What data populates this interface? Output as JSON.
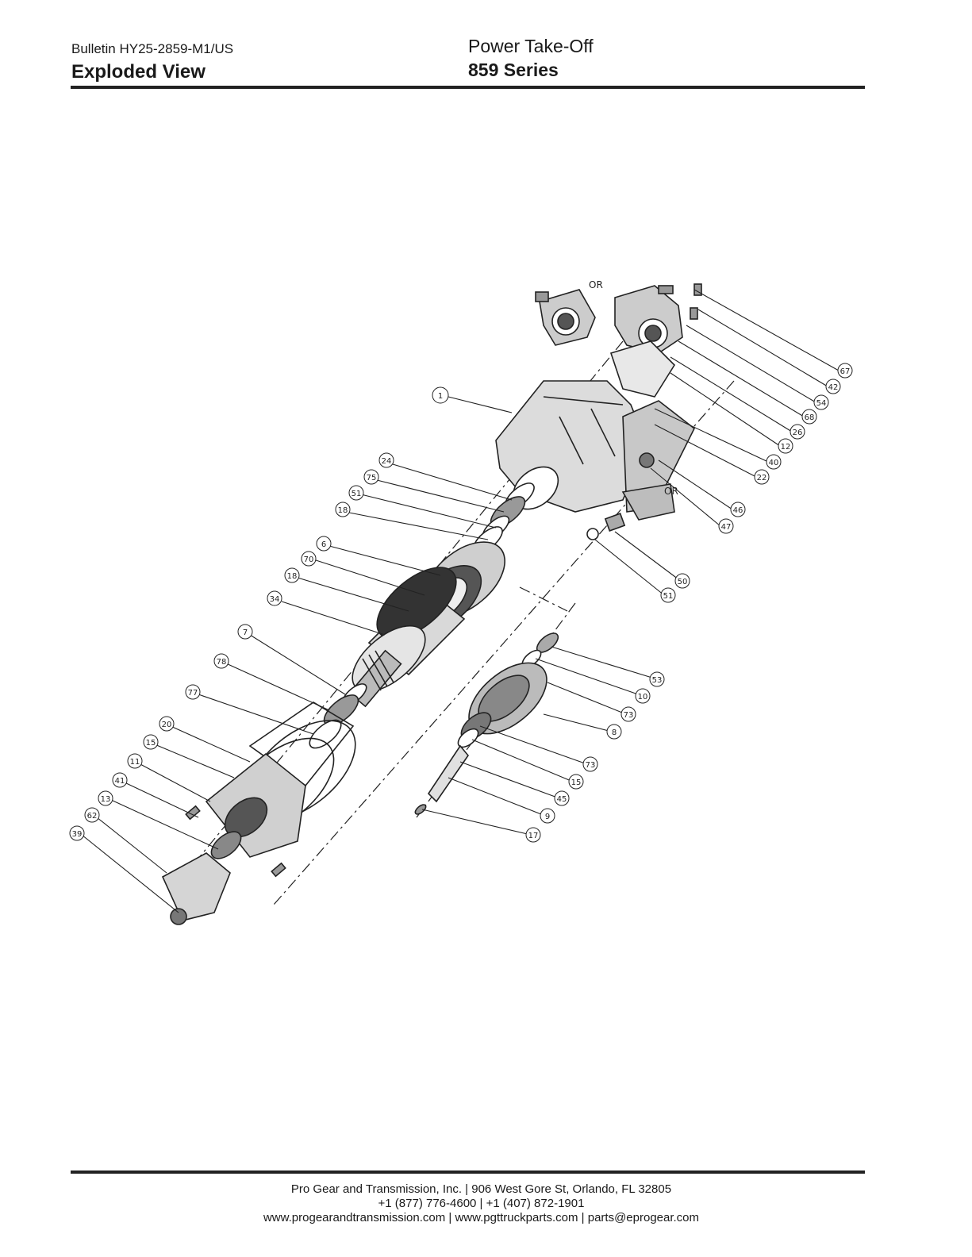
{
  "header": {
    "bulletin": "Bulletin HY25-2859-M1/US",
    "section_title": "Exploded View",
    "product": "Power Take-Off",
    "series": "859 Series"
  },
  "diagram": {
    "or_label": "OR",
    "callouts": [
      "1",
      "24",
      "75",
      "51",
      "18",
      "6",
      "70",
      "18",
      "34",
      "7",
      "78",
      "77",
      "20",
      "15",
      "11",
      "41",
      "13",
      "62",
      "39",
      "67",
      "42",
      "54",
      "68",
      "26",
      "12",
      "40",
      "22",
      "46",
      "47",
      "50",
      "51",
      "53",
      "10",
      "73",
      "8",
      "73",
      "15",
      "45",
      "9",
      "17"
    ]
  },
  "footer": {
    "line1": "Pro Gear and Transmission, Inc. | 906 West Gore St, Orlando, FL  32805",
    "line2": "+1 (877) 776-4600 | +1 (407) 872-1901",
    "line3": "www.progearandtransmission.com | www.pgttruckparts.com | parts@eprogear.com"
  }
}
